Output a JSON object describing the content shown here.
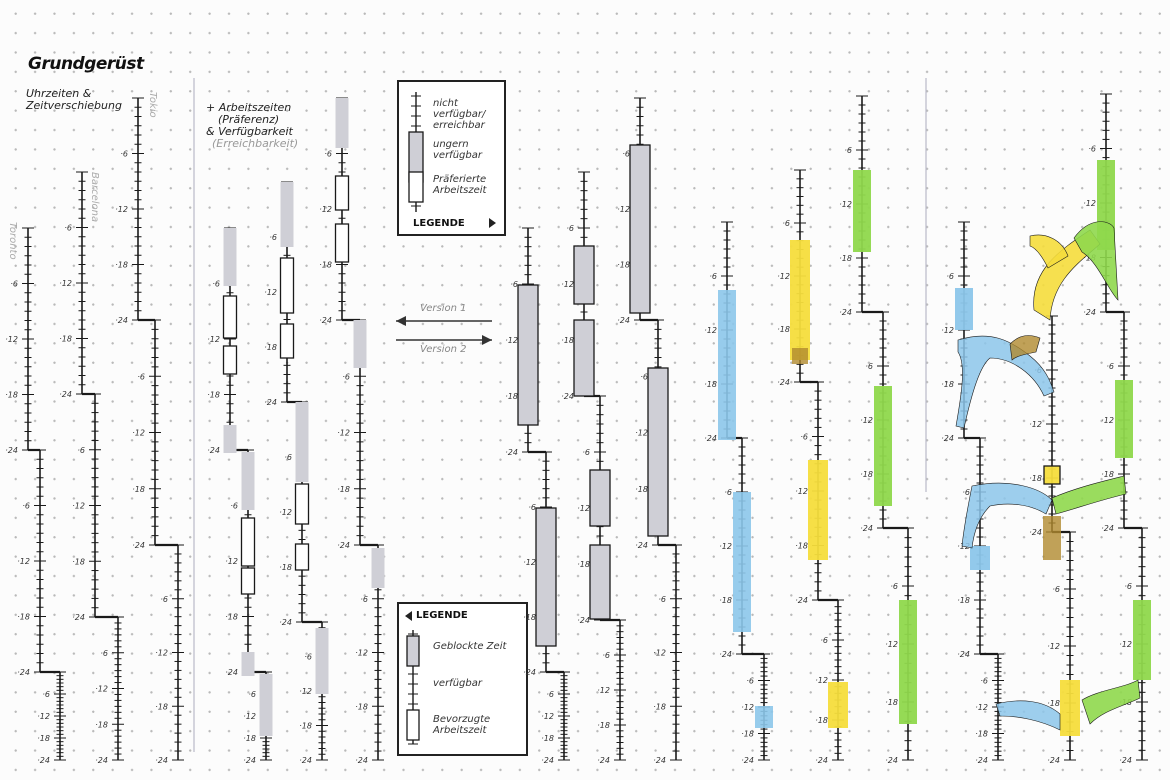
{
  "title": "Grundgerüst",
  "subtitle": "Uhrzeiten & Zeitverschiebung",
  "cities": [
    "Toronto",
    "Barcelona",
    "Tokio"
  ],
  "section2_note": [
    "+ Arbeitszeiten",
    "(Präferenz)",
    "& Verfügbarkeit",
    "(Erreichbarkeit)"
  ],
  "legend_top": {
    "head": "LEGENDE",
    "items": [
      {
        "label": "nicht verfügbar/ erreichbar"
      },
      {
        "label": "ungern verfügbar"
      },
      {
        "label": "Präferierte Arbeitszeit"
      }
    ]
  },
  "legend_bottom": {
    "head": "LEGENDE",
    "items": [
      {
        "label": "Geblockte Zeit"
      },
      {
        "label": "verfügbar"
      },
      {
        "label": "Bevorzugte Arbeitszeit"
      }
    ]
  },
  "versions": [
    "Version 1",
    "Version 2"
  ],
  "tick_labels": [
    "6",
    "12",
    "18",
    "24"
  ],
  "colors": {
    "ink": "#1a1a1a",
    "grey": "#cfcfd6",
    "blue": "#8cc6ea",
    "yellow": "#f5dd3c",
    "green": "#8fd84c",
    "brown": "#b08a2e",
    "divider": "#b9b9c9"
  }
}
